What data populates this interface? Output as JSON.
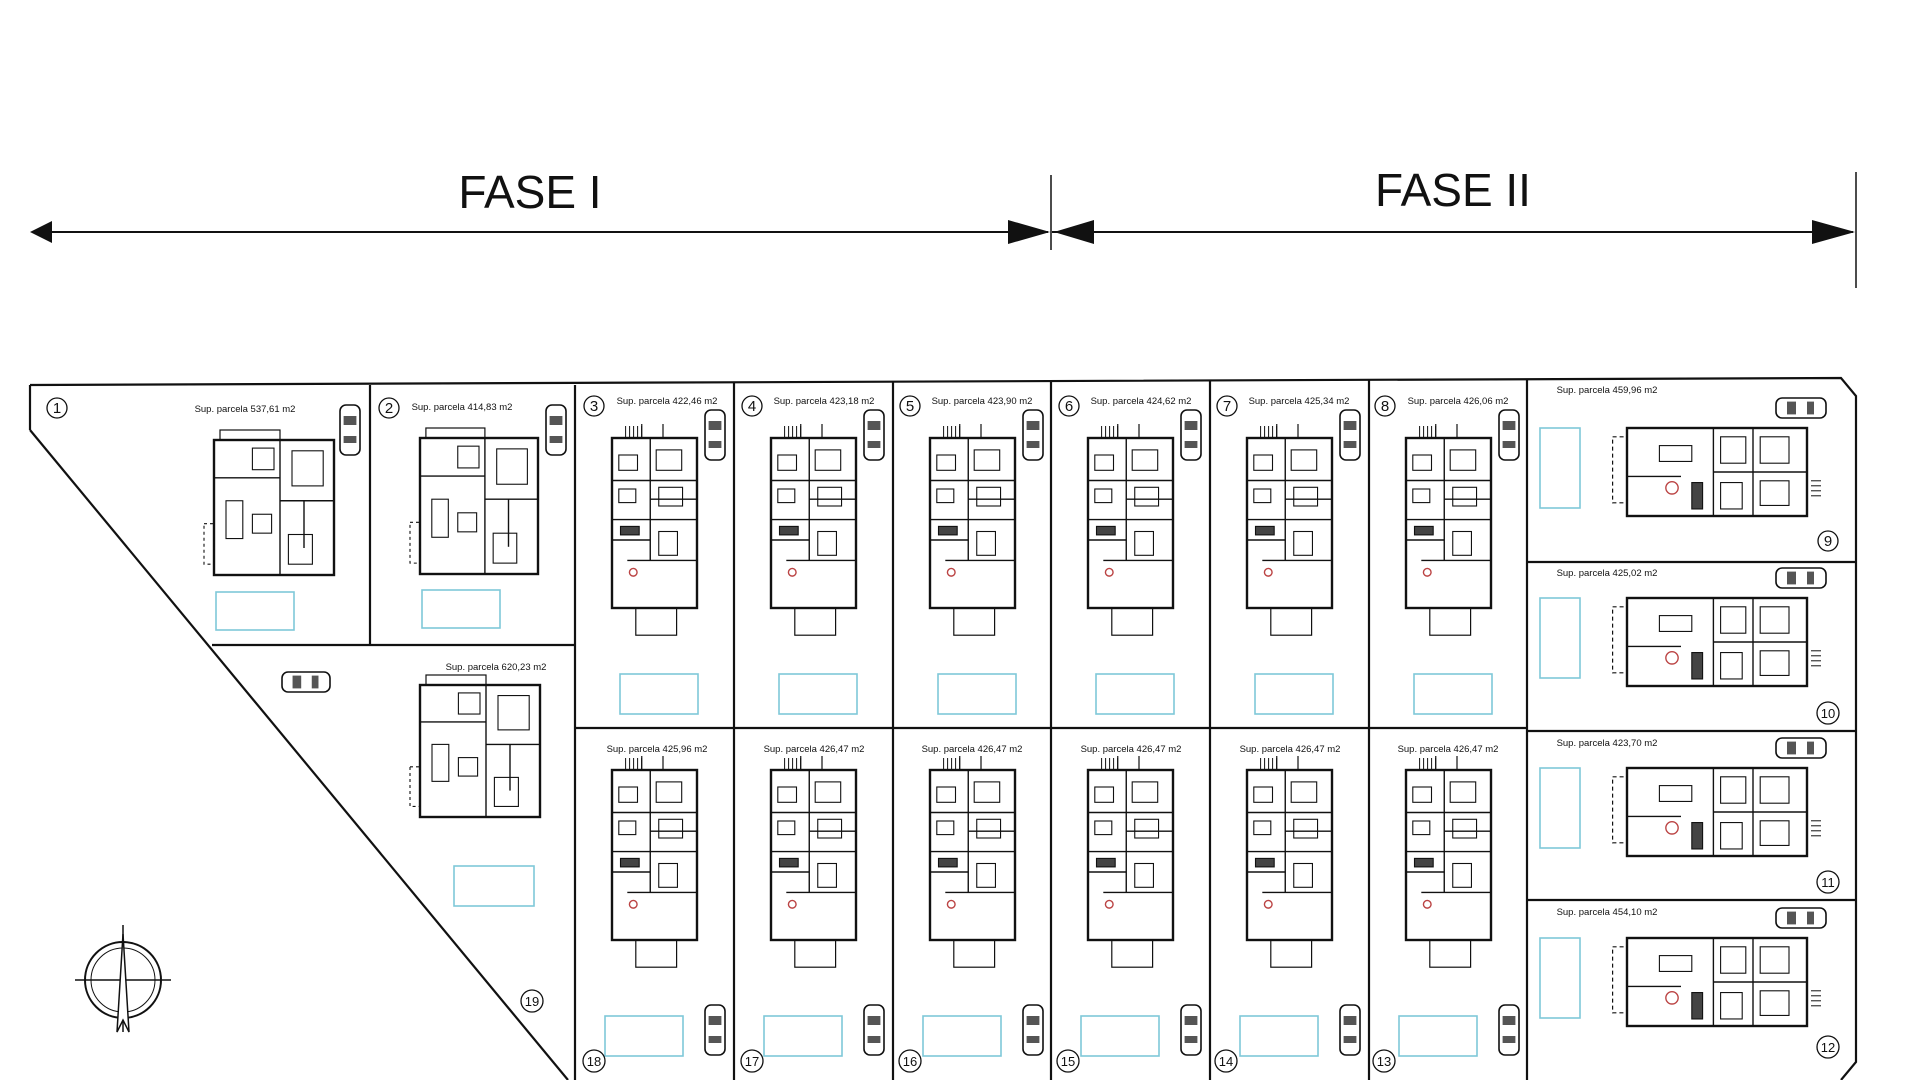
{
  "header": {
    "phase_1": "FASE I",
    "phase_2": "FASE II"
  },
  "plots": [
    {
      "number": "1",
      "area": "Sup. parcela 537,61 m2"
    },
    {
      "number": "2",
      "area": "Sup. parcela 414,83 m2"
    },
    {
      "number": "3",
      "area": "Sup. parcela 422,46 m2"
    },
    {
      "number": "4",
      "area": "Sup. parcela 423,18 m2"
    },
    {
      "number": "5",
      "area": "Sup. parcela 423,90 m2"
    },
    {
      "number": "6",
      "area": "Sup. parcela 424,62 m2"
    },
    {
      "number": "7",
      "area": "Sup. parcela 425,34 m2"
    },
    {
      "number": "8",
      "area": "Sup. parcela 426,06 m2"
    },
    {
      "number": "9",
      "area": "Sup. parcela 459,96 m2"
    },
    {
      "number": "10",
      "area": "Sup. parcela 425,02 m2"
    },
    {
      "number": "11",
      "area": "Sup. parcela 423,70 m2"
    },
    {
      "number": "12",
      "area": "Sup. parcela 454,10 m2"
    },
    {
      "number": "13",
      "area": "Sup. parcela 426,47 m2"
    },
    {
      "number": "14",
      "area": "Sup. parcela 426,47 m2"
    },
    {
      "number": "15",
      "area": "Sup. parcela 426,47 m2"
    },
    {
      "number": "16",
      "area": "Sup. parcela 426,47 m2"
    },
    {
      "number": "17",
      "area": "Sup. parcela 426,47 m2"
    },
    {
      "number": "18",
      "area": "Sup. parcela 425,96 m2"
    },
    {
      "number": "19",
      "area": "Sup. parcela 620,23 m2"
    }
  ],
  "icons": {
    "north_arrow": "north-arrow-icon",
    "car": "car-icon",
    "pool": "pool-outline",
    "house": "house-floor-plan"
  },
  "colors": {
    "line": "#111111",
    "pool": "#7fc8d8"
  }
}
